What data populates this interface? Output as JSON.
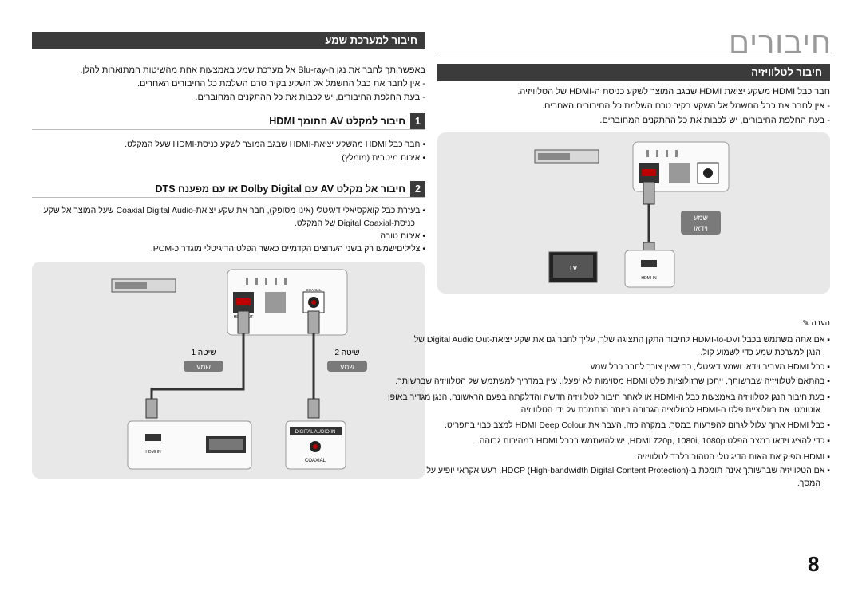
{
  "page_title": "חיבורים",
  "left": {
    "header": "חיבור למערכת שמע",
    "intro": "באפשרותך לחבר את נגן ה-Blu-ray אל מערכת שמע באמצעות אחת מהשיטות המתוארות להלן.",
    "bullets": [
      "אין לחבר את כבל החשמל אל השקע בקיר טרם השלמת כל החיבורים האחרים.",
      "בעת החלפת החיבורים, יש לכבות את כל ההתקנים המחוברים."
    ],
    "method1": {
      "number": "1",
      "title": "חיבור למקלט AV התומך HDMI",
      "bullets": [
        "חבר כבל HDMI מהשקע יציאת-HDMI שבגב המוצר לשקע כניסת-HDMI שעל המקלט.",
        "איכות מיטבית (מומלץ)"
      ]
    },
    "method2": {
      "number": "2",
      "title": "חיבור אל מקלט AV עם Dolby Digital או עם מפענח DTS",
      "bullets": [
        "בעזרת כבל קואקסיאלי דיגיטלי (אינו מסופק), חבר את שקע יציאת-Coaxial Digital Audio שעל המוצר אל שקע",
        "כניסת-Digital Coaxial של המקלט.",
        "איכות טובה",
        "צליליםישמעו רק בשני הערוצים הקדמיים כאשר הפלט הדיגיטלי מוגדר כ-PCM."
      ]
    },
    "diagram": {
      "method_label": "שיטה",
      "method1_num": "1",
      "method2_num": "2",
      "audio_label": "שמע",
      "hdmi_out": "HDMI OUT",
      "coaxial": "COAXIAL",
      "digital_audio_in": "DIGITAL AUDIO IN",
      "hdmi_in": "HDMI IN"
    }
  },
  "right": {
    "header": "חיבור לטלוויזיה",
    "intro": "חבר כבל HDMI משקע יציאת HDMI שבגב המוצר לשקע כניסת ה-HDMI של הטלוויזיה.",
    "bullets": [
      "אין לחבר את כבל החשמל אל השקע בקיר טרם השלמת כל החיבורים האחרים.",
      "בעת החלפת החיבורים, יש לכבות את כל ההתקנים המחוברים."
    ],
    "diagram": {
      "audio_label": "שמע",
      "video_label": "וידאו",
      "tv_label": "TV",
      "hdmi_in": "HDMI IN"
    },
    "note_title": "הערה",
    "notes": [
      "אם אתה משתמש בכבל HDMI-to-DVI לחיבור התקן התצוגה שלך, עליך לחבר גם את שקע יציאת-Digital Audio Out של",
      "הנגן למערכת שמע כדי לשמוע קול.",
      "כבל HDMI מעביר וידאו ושמע דיגיטלי, כך שאין צורך לחבר כבל שמע.",
      "בהתאם לטלוויזיה שברשותך, ייתכן שרזולוציות פלט HDMI מסוימות לא יפעלו. עיין במדריך למשתמש של הטלוויזיה שברשותך.",
      "בעת חיבור הנגן לטלוויזיה באמצעות כבל ה-HDMI או לאחר חיבור לטלוויזיה חדשה והדלקתה בפעם הראשונה, הנגן מגדיר באופן",
      "אוטומטי את רזולוציית פלט ה-HDMI לרזולוציה הגבוהה ביותר הנתמכת על ידי הטלוויזיה.",
      "כבל HDMI ארוך עלול לגרום להפרעות במסך. במקרה כזה, העבר את HDMI Deep Colour למצב כבוי בתפריט.",
      "כדי להציג וידאו במצב הפלט HDMI 720p, 1080i, 1080p, יש להשתמש בכבל HDMI במהירות גבוהה.",
      "HDMI מפיק את האות הדיגיטלי הטהור בלבד לטלוויזיה.",
      "אם הטלוויזיה שברשותך אינה תומכת ב-HDCP (High-bandwidth Digital Content Protection), רעש אקראי יופיע על",
      "המסך."
    ]
  },
  "page_number": "8"
}
